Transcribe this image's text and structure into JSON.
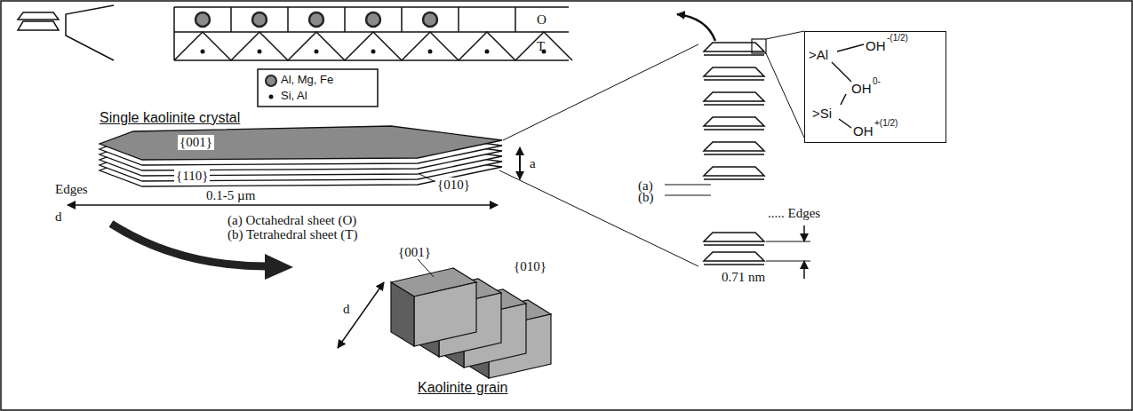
{
  "diagram": {
    "nodes": [
      {
        "text": [
          ">Al",
          "OH",
          "-(1/2)",
          "OH",
          "0-",
          ">Si",
          "OH",
          "+(1/2)"
        ]
      }
    ],
    "labels": [
      "O",
      "T",
      "Single kaolinite crystal",
      "{001}",
      "{110}",
      "Edges",
      "0.1-5 µm",
      "{010}",
      "a",
      "d",
      "(a) Octahedral sheet (O)",
      "(b) Tetrahedral sheet (T)",
      "(a)",
      "(b)",
      "..... Edges",
      "0.71 nm",
      "{001}",
      "{010}",
      "d",
      "Kaolinite grain"
    ],
    "legend": [
      {
        "text": "Al, Mg, Fe"
      },
      {
        "text": "Si, Al"
      }
    ]
  }
}
